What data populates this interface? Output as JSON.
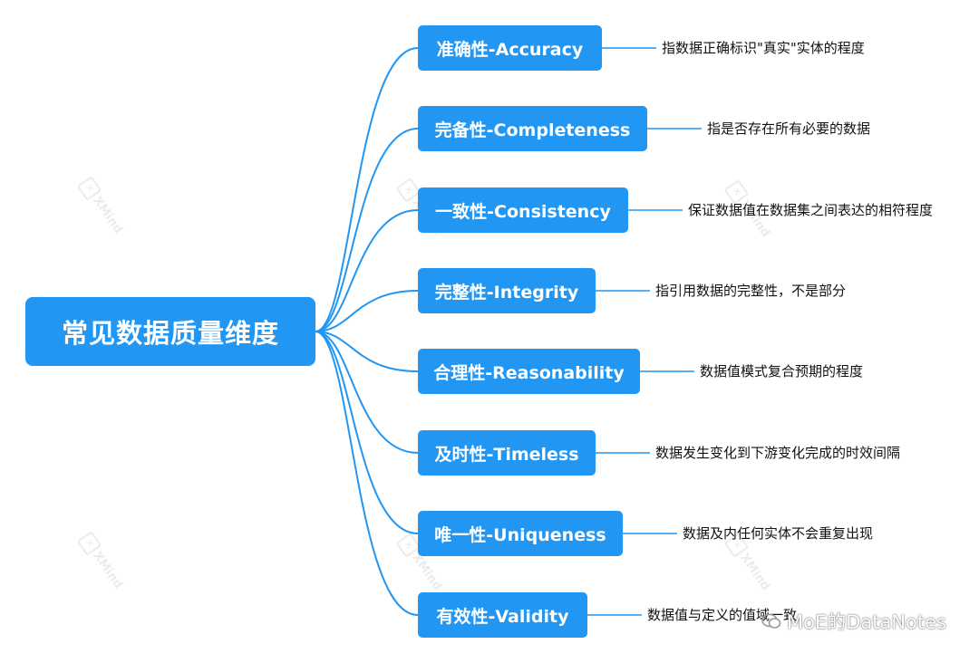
{
  "root": {
    "label": "常见数据质量维度"
  },
  "branches": [
    {
      "label": "准确性-Accuracy",
      "description": "指数据正确标识\"真实\"实体的程度"
    },
    {
      "label": "完备性-Completeness",
      "description": "指是否存在所有必要的数据"
    },
    {
      "label": "一致性-Consistency",
      "description": "保证数据值在数据集之间表达的相符程度"
    },
    {
      "label": "完整性-Integrity",
      "description": "指引用数据的完整性，不是部分"
    },
    {
      "label": "合理性-Reasonability",
      "description": "数据值模式复合预期的程度"
    },
    {
      "label": "及时性-Timeless",
      "description": "数据发生变化到下游变化完成的时效间隔"
    },
    {
      "label": "唯一性-Uniqueness",
      "description": "数据及内任何实体不会重复出现"
    },
    {
      "label": "有效性-Validity",
      "description": "数据值与定义的值域一致"
    }
  ],
  "watermark": {
    "brand": "XMind"
  },
  "credit": {
    "text": "MoE的DataNotes",
    "icon": "wechat-chat-icon"
  },
  "colors": {
    "node": "#2196f3",
    "connector": "#2196f3",
    "text": "#111111"
  }
}
